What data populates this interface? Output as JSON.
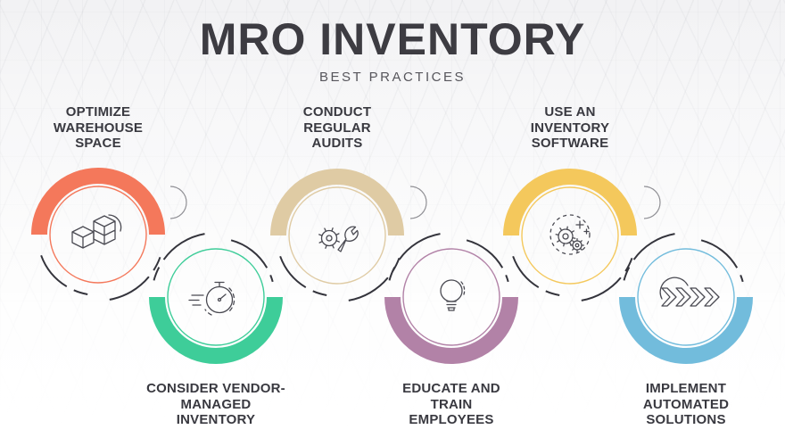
{
  "title": "MRO INVENTORY",
  "subtitle": "BEST PRACTICES",
  "theme": {
    "title_color": "#3d3c42",
    "subtitle_color": "#57565c",
    "label_color": "#393940",
    "icon_stroke": "#4a4a52",
    "dash_color": "#34343c",
    "decor_arc_color": "#909095",
    "background": "#f8f8f9"
  },
  "items": [
    {
      "icon": "boxes-icon",
      "color": "#F4785B",
      "arc_side": "top",
      "lines": [
        "OPTIMIZE",
        "WAREHOUSE",
        "SPACE"
      ]
    },
    {
      "icon": "stopwatch-icon",
      "color": "#3ECD99",
      "arc_side": "bottom",
      "lines": [
        "CONSIDER VENDOR-",
        "MANAGED",
        "INVENTORY"
      ]
    },
    {
      "icon": "gear-wrench-icon",
      "color": "#DFCBA4",
      "arc_side": "top",
      "lines": [
        "CONDUCT",
        "REGULAR",
        "AUDITS"
      ]
    },
    {
      "icon": "lightbulb-icon",
      "color": "#B282A7",
      "arc_side": "bottom",
      "lines": [
        "EDUCATE AND",
        "TRAIN",
        "EMPLOYEES"
      ]
    },
    {
      "icon": "gears-icon",
      "color": "#F4C85C",
      "arc_side": "top",
      "lines": [
        "USE AN",
        "INVENTORY",
        "SOFTWARE"
      ]
    },
    {
      "icon": "chevrons-icon",
      "color": "#72BCDC",
      "arc_side": "bottom",
      "lines": [
        "IMPLEMENT",
        "AUTOMATED",
        "SOLUTIONS"
      ]
    }
  ]
}
